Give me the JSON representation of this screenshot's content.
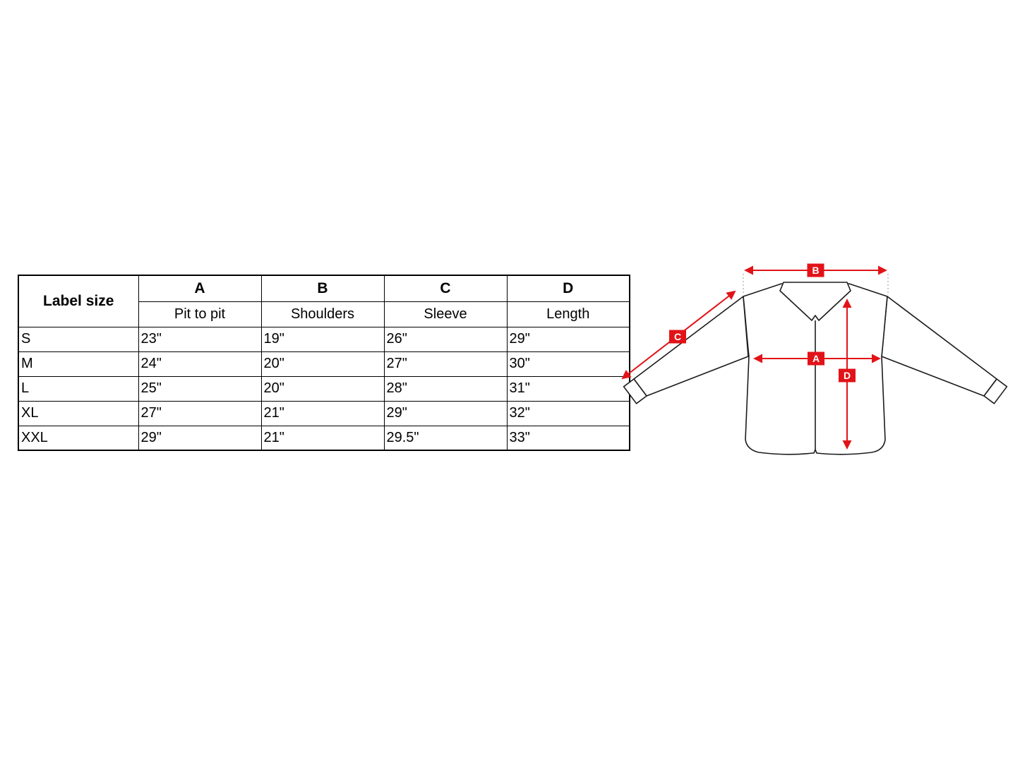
{
  "page": {
    "background": "#ffffff"
  },
  "size_table": {
    "corner_header": "Label size",
    "columns": [
      {
        "letter": "A",
        "measure": "Pit to pit"
      },
      {
        "letter": "B",
        "measure": "Shoulders"
      },
      {
        "letter": "C",
        "measure": "Sleeve"
      },
      {
        "letter": "D",
        "measure": "Length"
      }
    ],
    "rows": [
      {
        "size": "S",
        "values": [
          "23\"",
          "19\"",
          "26\"",
          "29\""
        ]
      },
      {
        "size": "M",
        "values": [
          "24\"",
          "20\"",
          "27\"",
          "30\""
        ]
      },
      {
        "size": "L",
        "values": [
          "25\"",
          "20\"",
          "28\"",
          "31\""
        ]
      },
      {
        "size": "XL",
        "values": [
          "27\"",
          "21\"",
          "29\"",
          "32\""
        ]
      },
      {
        "size": "XXL",
        "values": [
          "29\"",
          "21\"",
          "29.5\"",
          "33\""
        ]
      }
    ]
  },
  "diagram": {
    "accent_color": "#e21318",
    "outline_color": "#1c1c1c",
    "labels": {
      "a": "A",
      "b": "B",
      "c": "C",
      "d": "D"
    }
  }
}
